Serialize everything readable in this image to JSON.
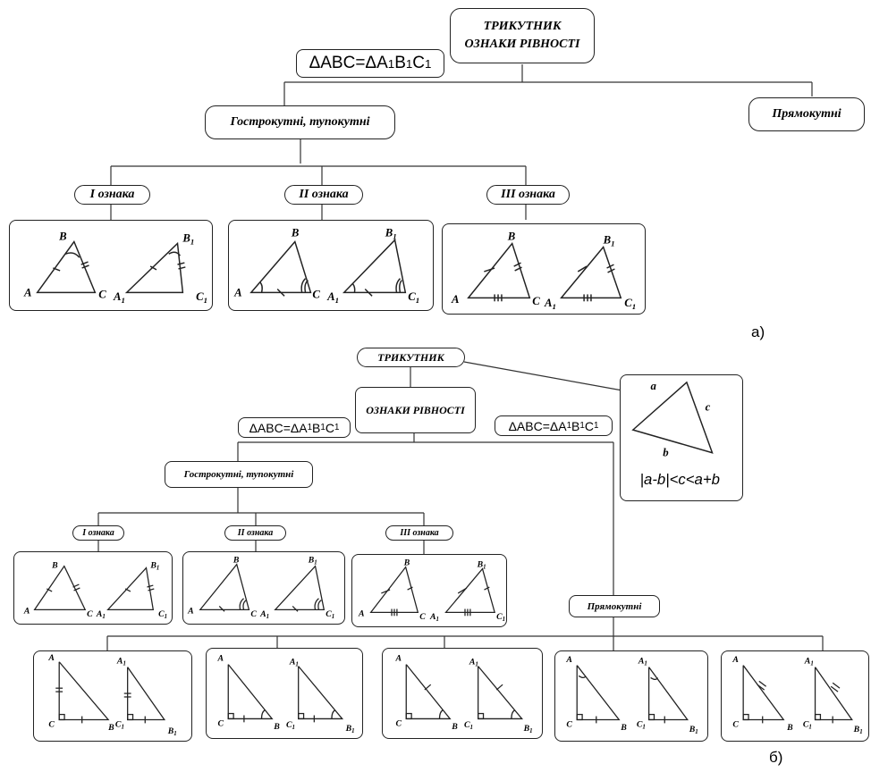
{
  "a": {
    "title_line1": "ТРИКУТНИК",
    "title_line2": "ОЗНАКИ РІВНОСТІ",
    "equality": {
      "lhs": "ΔABC=ΔA",
      "s1": "1",
      "b": "B",
      "s2": "1",
      "c": "C",
      "s3": "1"
    },
    "acute_obtuse": "Гострокутні, тупокутні",
    "right": "Прямокутні",
    "sign1": "I ознака",
    "sign2": "II ознака",
    "sign3": "III ознака",
    "part_label": "а)"
  },
  "b": {
    "title": "ТРИКУТНИК",
    "signs": "ОЗНАКИ РІВНОСТІ",
    "equality": {
      "lhs": "ΔABC=ΔA",
      "s1": "1",
      "b": "B",
      "s2": "1",
      "c": "C",
      "s3": "1"
    },
    "acute_obtuse": "Гострокутні, тупокутні",
    "right": "Прямокутні",
    "sign1": "I ознака",
    "sign2": "II ознака",
    "sign3": "III ознака",
    "inequality": "|a-b|<c<a+b",
    "side_a": "a",
    "side_b": "b",
    "side_c": "c",
    "part_label": "б)"
  },
  "vertex_labels": {
    "A": "A",
    "B": "B",
    "C": "C",
    "A1": "A",
    "B1": "B",
    "C1": "C",
    "sub": "1"
  }
}
